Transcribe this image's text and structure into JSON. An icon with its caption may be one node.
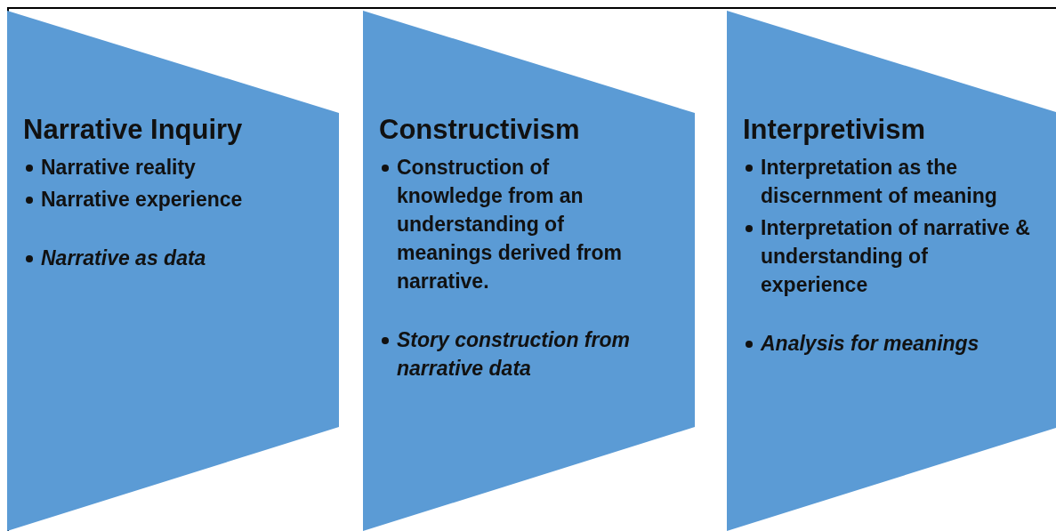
{
  "diagram": {
    "nodes": [
      {
        "text": [
          "Narrative Inquiry",
          "Narrative reality",
          "Narrative experience",
          "Narrative as data"
        ]
      },
      {
        "text": [
          "Constructivism",
          "Construction of knowledge from an understanding of meanings derived from narrative.",
          "Story construction from narrative data"
        ]
      },
      {
        "text": [
          "Interpretivism",
          "Interpretation as the discernment of meaning",
          "Interpretation of narrative & understanding of experience",
          "Analysis for meanings"
        ]
      }
    ]
  }
}
